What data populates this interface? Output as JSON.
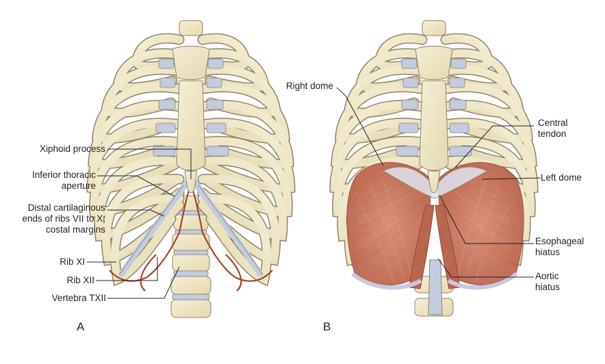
{
  "figure_a": {
    "letter": "A",
    "labels": {
      "xiphoid": "Xiphoid process",
      "inferior_aperture": "Inferior thoracic\naperture",
      "distal_cartilage": "Distal cartilaginous\nends of ribs VII to X;\ncostal margins",
      "rib_xi": "Rib XI",
      "rib_xii": "Rib XII",
      "vertebra_txii": "Vertebra TXII"
    }
  },
  "figure_b": {
    "letter": "B",
    "labels": {
      "right_dome": "Right dome",
      "central_tendon": "Central\ntendon",
      "left_dome": "Left dome",
      "esophageal_hiatus": "Esophageal\nhiatus",
      "aortic_hiatus": "Aortic\nhiatus"
    }
  },
  "colors": {
    "bone": "#f1e8c8",
    "bone_outline": "#8c8468",
    "cartilage": "#c3cbe0",
    "muscle": "#c8705a",
    "margin_line": "#a8402a"
  }
}
